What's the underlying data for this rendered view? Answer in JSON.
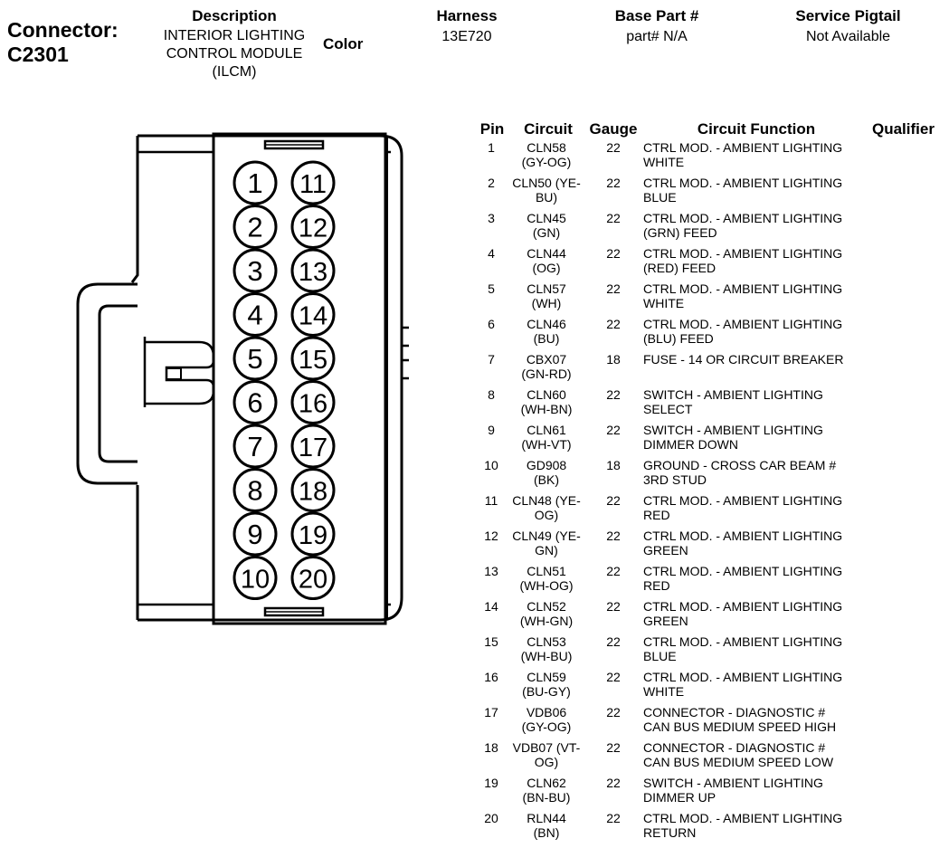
{
  "header": {
    "connector_label": "Connector:",
    "connector_id": "C2301",
    "description_label": "Description",
    "description_lines": [
      "INTERIOR LIGHTING",
      "CONTROL MODULE",
      "(ILCM)"
    ],
    "color_label": "Color",
    "harness_label": "Harness",
    "harness_value": "13E720",
    "base_part_label": "Base Part #",
    "base_part_value": "part# N/A",
    "service_pigtail_label": "Service Pigtail",
    "service_pigtail_value": "Not Available"
  },
  "table": {
    "columns": [
      "Pin",
      "Circuit",
      "Gauge",
      "Circuit Function",
      "Qualifier"
    ],
    "rows": [
      {
        "pin": "1",
        "circuit": [
          "CLN58",
          "(GY-OG)"
        ],
        "gauge": "22",
        "function": [
          "CTRL MOD. - AMBIENT LIGHTING",
          "WHITE"
        ],
        "qualifier": ""
      },
      {
        "pin": "2",
        "circuit": [
          "CLN50 (YE-",
          "BU)"
        ],
        "gauge": "22",
        "function": [
          "CTRL MOD. - AMBIENT LIGHTING",
          "BLUE"
        ],
        "qualifier": ""
      },
      {
        "pin": "3",
        "circuit": [
          "CLN45",
          "(GN)"
        ],
        "gauge": "22",
        "function": [
          "CTRL MOD. - AMBIENT LIGHTING",
          "(GRN) FEED"
        ],
        "qualifier": ""
      },
      {
        "pin": "4",
        "circuit": [
          "CLN44",
          "(OG)"
        ],
        "gauge": "22",
        "function": [
          "CTRL MOD. - AMBIENT LIGHTING",
          "(RED) FEED"
        ],
        "qualifier": ""
      },
      {
        "pin": "5",
        "circuit": [
          "CLN57",
          "(WH)"
        ],
        "gauge": "22",
        "function": [
          "CTRL MOD. - AMBIENT LIGHTING",
          "WHITE"
        ],
        "qualifier": ""
      },
      {
        "pin": "6",
        "circuit": [
          "CLN46",
          "(BU)"
        ],
        "gauge": "22",
        "function": [
          "CTRL MOD. - AMBIENT LIGHTING",
          "(BLU) FEED"
        ],
        "qualifier": ""
      },
      {
        "pin": "7",
        "circuit": [
          "CBX07",
          "(GN-RD)"
        ],
        "gauge": "18",
        "function": [
          "FUSE - 14 OR CIRCUIT BREAKER",
          ""
        ],
        "qualifier": ""
      },
      {
        "pin": "8",
        "circuit": [
          "CLN60",
          "(WH-BN)"
        ],
        "gauge": "22",
        "function": [
          "SWITCH - AMBIENT LIGHTING",
          "SELECT"
        ],
        "qualifier": ""
      },
      {
        "pin": "9",
        "circuit": [
          "CLN61",
          "(WH-VT)"
        ],
        "gauge": "22",
        "function": [
          "SWITCH - AMBIENT LIGHTING",
          "DIMMER DOWN"
        ],
        "qualifier": ""
      },
      {
        "pin": "10",
        "circuit": [
          "GD908",
          "(BK)"
        ],
        "gauge": "18",
        "function": [
          "GROUND - CROSS CAR BEAM #",
          "3RD STUD"
        ],
        "qualifier": ""
      },
      {
        "pin": "11",
        "circuit": [
          "CLN48 (YE-",
          "OG)"
        ],
        "gauge": "22",
        "function": [
          "CTRL MOD. - AMBIENT LIGHTING",
          "RED"
        ],
        "qualifier": ""
      },
      {
        "pin": "12",
        "circuit": [
          "CLN49 (YE-",
          "GN)"
        ],
        "gauge": "22",
        "function": [
          "CTRL MOD. - AMBIENT LIGHTING",
          "GREEN"
        ],
        "qualifier": ""
      },
      {
        "pin": "13",
        "circuit": [
          "CLN51",
          "(WH-OG)"
        ],
        "gauge": "22",
        "function": [
          "CTRL MOD. - AMBIENT LIGHTING",
          "RED"
        ],
        "qualifier": ""
      },
      {
        "pin": "14",
        "circuit": [
          "CLN52",
          "(WH-GN)"
        ],
        "gauge": "22",
        "function": [
          "CTRL MOD. - AMBIENT LIGHTING",
          "GREEN"
        ],
        "qualifier": ""
      },
      {
        "pin": "15",
        "circuit": [
          "CLN53",
          "(WH-BU)"
        ],
        "gauge": "22",
        "function": [
          "CTRL MOD. - AMBIENT LIGHTING",
          "BLUE"
        ],
        "qualifier": ""
      },
      {
        "pin": "16",
        "circuit": [
          "CLN59",
          "(BU-GY)"
        ],
        "gauge": "22",
        "function": [
          "CTRL MOD. - AMBIENT LIGHTING",
          "WHITE"
        ],
        "qualifier": ""
      },
      {
        "pin": "17",
        "circuit": [
          "VDB06",
          "(GY-OG)"
        ],
        "gauge": "22",
        "function": [
          "CONNECTOR - DIAGNOSTIC #",
          "CAN BUS MEDIUM SPEED HIGH"
        ],
        "qualifier": ""
      },
      {
        "pin": "18",
        "circuit": [
          "VDB07 (VT-",
          "OG)"
        ],
        "gauge": "22",
        "function": [
          "CONNECTOR - DIAGNOSTIC #",
          "CAN BUS MEDIUM SPEED LOW"
        ],
        "qualifier": ""
      },
      {
        "pin": "19",
        "circuit": [
          "CLN62",
          "(BN-BU)"
        ],
        "gauge": "22",
        "function": [
          "SWITCH - AMBIENT LIGHTING",
          "DIMMER UP"
        ],
        "qualifier": ""
      },
      {
        "pin": "20",
        "circuit": [
          "RLN44",
          "(BN)"
        ],
        "gauge": "22",
        "function": [
          "CTRL MOD. - AMBIENT LIGHTING",
          "RETURN"
        ],
        "qualifier": ""
      }
    ]
  },
  "connector_drawing": {
    "left_column_pins": [
      "1",
      "2",
      "3",
      "4",
      "5",
      "6",
      "7",
      "8",
      "9",
      "10"
    ],
    "right_column_pins": [
      "11",
      "12",
      "13",
      "14",
      "15",
      "16",
      "17",
      "18",
      "19",
      "20"
    ]
  }
}
